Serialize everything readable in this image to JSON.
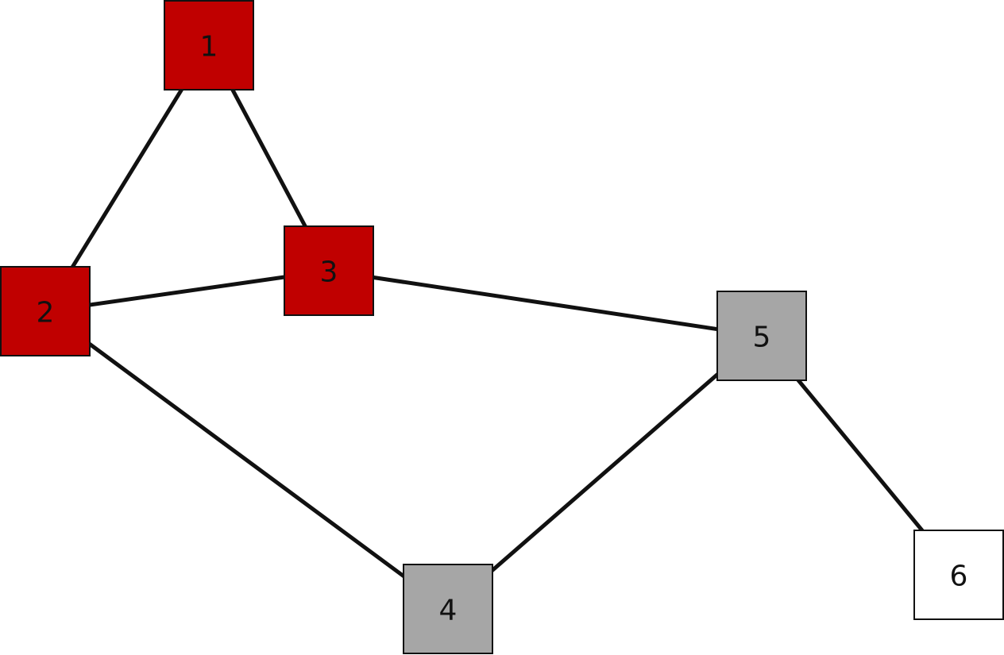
{
  "graph": {
    "nodes": [
      {
        "id": "1",
        "label": "1",
        "color": "#c00000"
      },
      {
        "id": "2",
        "label": "2",
        "color": "#c00000"
      },
      {
        "id": "3",
        "label": "3",
        "color": "#c00000"
      },
      {
        "id": "4",
        "label": "4",
        "color": "#a6a6a6"
      },
      {
        "id": "5",
        "label": "5",
        "color": "#a6a6a6"
      },
      {
        "id": "6",
        "label": "6",
        "color": "#ffffff"
      }
    ],
    "edges": [
      {
        "from": "1",
        "to": "2"
      },
      {
        "from": "1",
        "to": "3"
      },
      {
        "from": "2",
        "to": "3"
      },
      {
        "from": "2",
        "to": "4"
      },
      {
        "from": "3",
        "to": "5"
      },
      {
        "from": "4",
        "to": "5"
      },
      {
        "from": "5",
        "to": "6"
      }
    ]
  }
}
